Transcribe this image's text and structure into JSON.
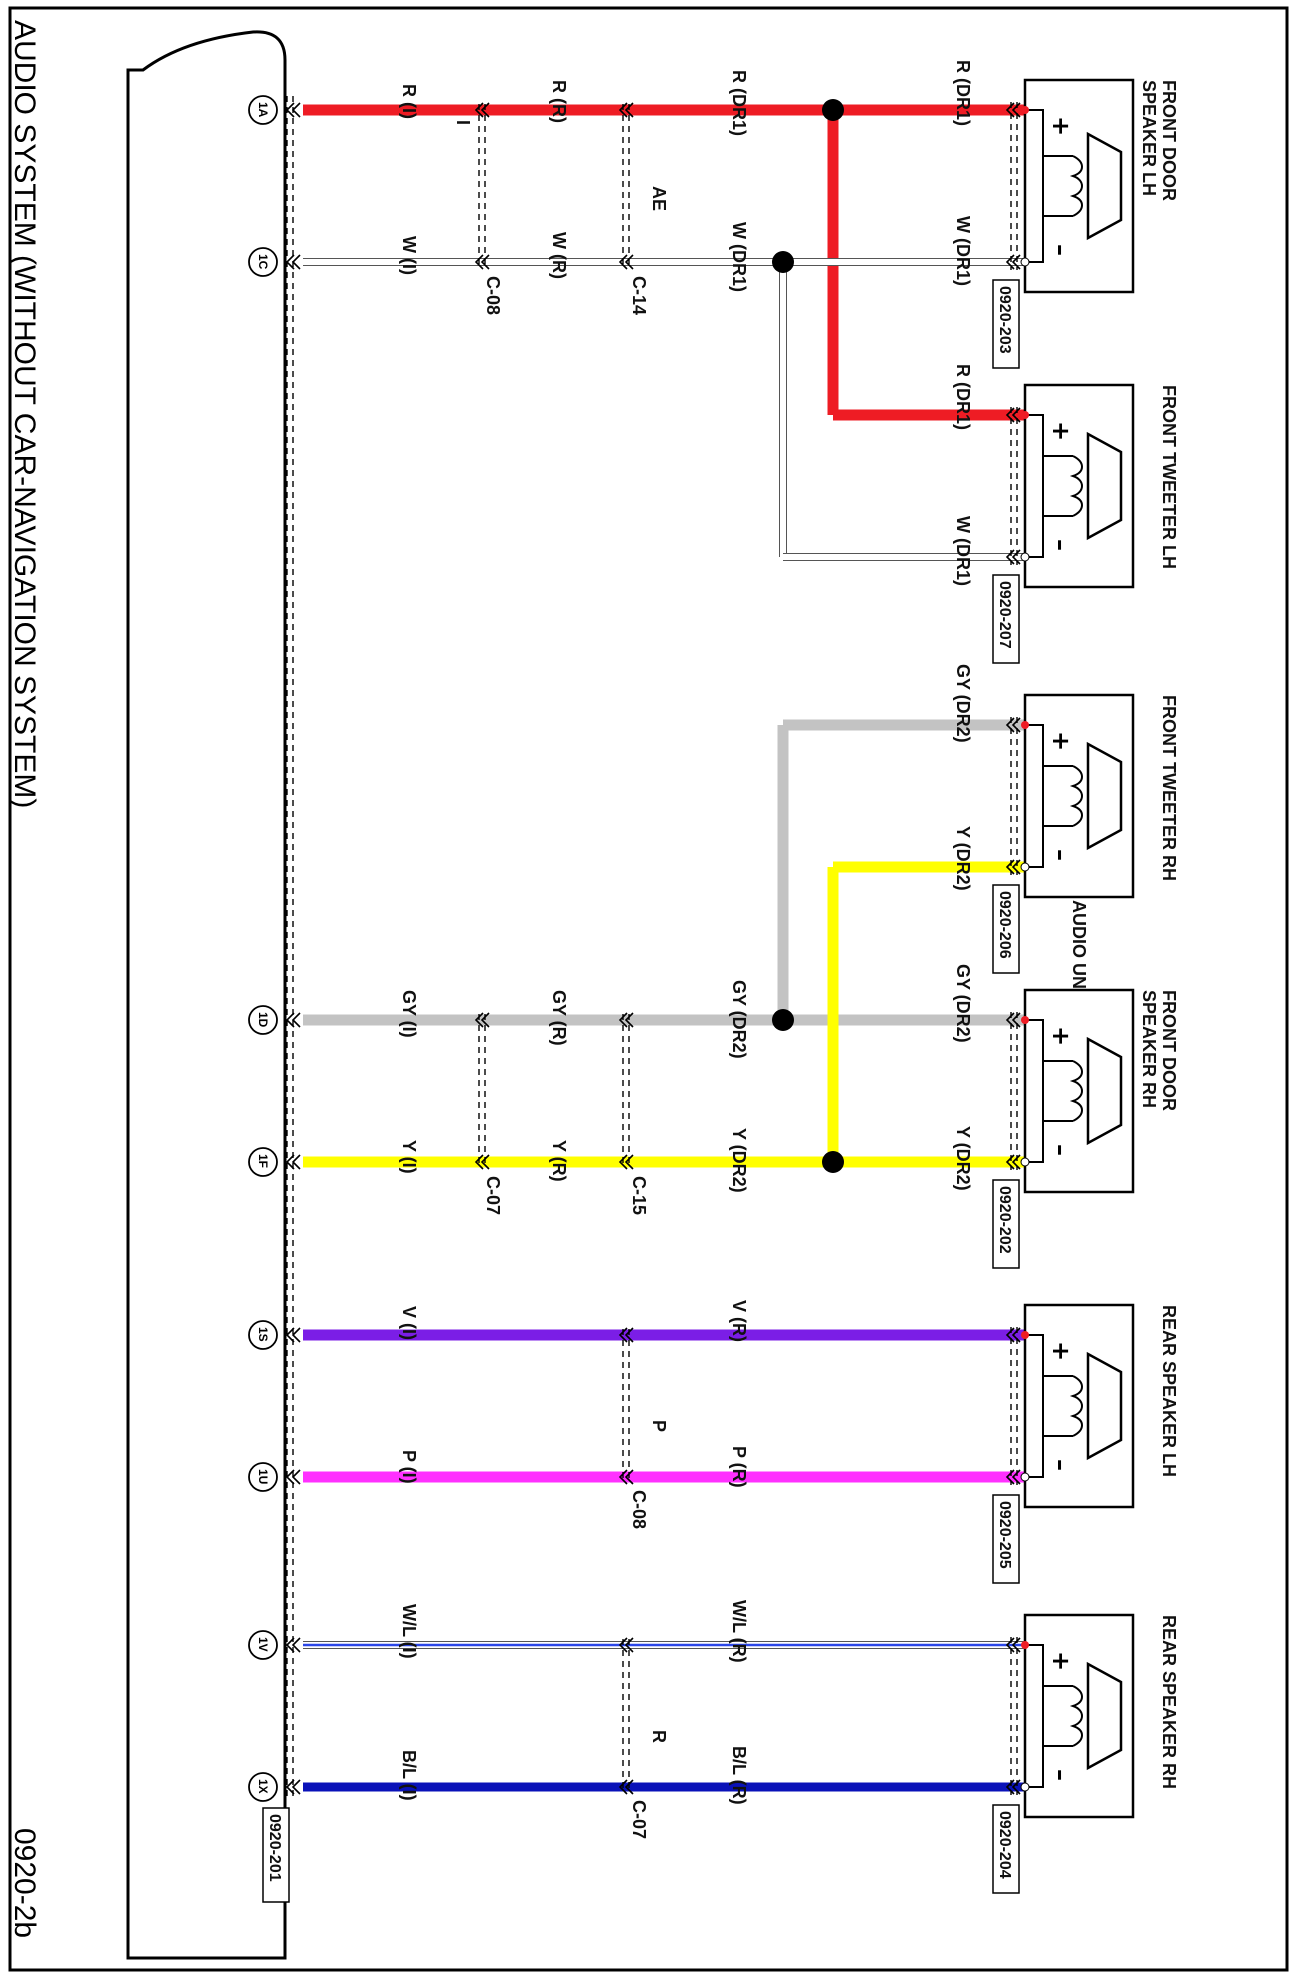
{
  "title": "AUDIO SYSTEM (WITHOUT CAR-NAVIGATION SYSTEM)",
  "page_code": "0920-2b",
  "audio_unit": {
    "label": "AUDIO UNIT",
    "connector": "0920-201"
  },
  "colors": {
    "red": "#ee1c24",
    "white": "#ffffff",
    "gray": "#c3c3c3",
    "yellow": "#ffff00",
    "violet": "#7b1ee6",
    "pink": "#ff30ff",
    "blue": "#2b46e8",
    "darkblue": "#0a12b8"
  },
  "speakers": [
    {
      "name": "FRONT DOOR SPEAKER LH",
      "line1": "FRONT DOOR",
      "line2": "SPEAKER LH",
      "connector": "0920-203"
    },
    {
      "name": "FRONT TWEETER LH",
      "line1": "FRONT TWEETER LH",
      "line2": "",
      "connector": "0920-207"
    },
    {
      "name": "FRONT TWEETER RH",
      "line1": "FRONT TWEETER RH",
      "line2": "",
      "connector": "0920-206"
    },
    {
      "name": "FRONT DOOR SPEAKER RH",
      "line1": "FRONT DOOR",
      "line2": "SPEAKER RH",
      "connector": "0920-202"
    },
    {
      "name": "REAR SPEAKER LH",
      "line1": "REAR SPEAKER LH",
      "line2": "",
      "connector": "0920-205"
    },
    {
      "name": "REAR SPEAKER RH",
      "line1": "REAR SPEAKER RH",
      "line2": "",
      "connector": "0920-204"
    }
  ],
  "pins": [
    "1A",
    "1C",
    "1D",
    "1F",
    "1S",
    "1U",
    "1V",
    "1X"
  ],
  "junctions": {
    "c08": "C-08",
    "c14": "C-14",
    "c15": "C-15",
    "c07": "C-07",
    "c08r": "C-08",
    "c07r": "C-07",
    "ae": "AE",
    "i": "I",
    "p": "P",
    "r": "R"
  },
  "wire_labels": {
    "r_dr1": "R (DR1)",
    "w_dr1": "W (DR1)",
    "r_r": "R (R)",
    "w_r": "W (R)",
    "r_i": "R (I)",
    "w_i": "W (I)",
    "gy_dr2": "GY (DR2)",
    "y_dr2": "Y (DR2)",
    "gy_r": "GY (R)",
    "y_r": "Y (R)",
    "gy_i": "GY (I)",
    "y_i": "Y (I)",
    "v_r": "V (R)",
    "v_i": "V (I)",
    "p_r": "P (R)",
    "p_i": "P (I)",
    "wl_r": "W/L (R)",
    "wl_i": "W/L (I)",
    "bl_r": "B/L (R)",
    "bl_i": "B/L (I)"
  }
}
